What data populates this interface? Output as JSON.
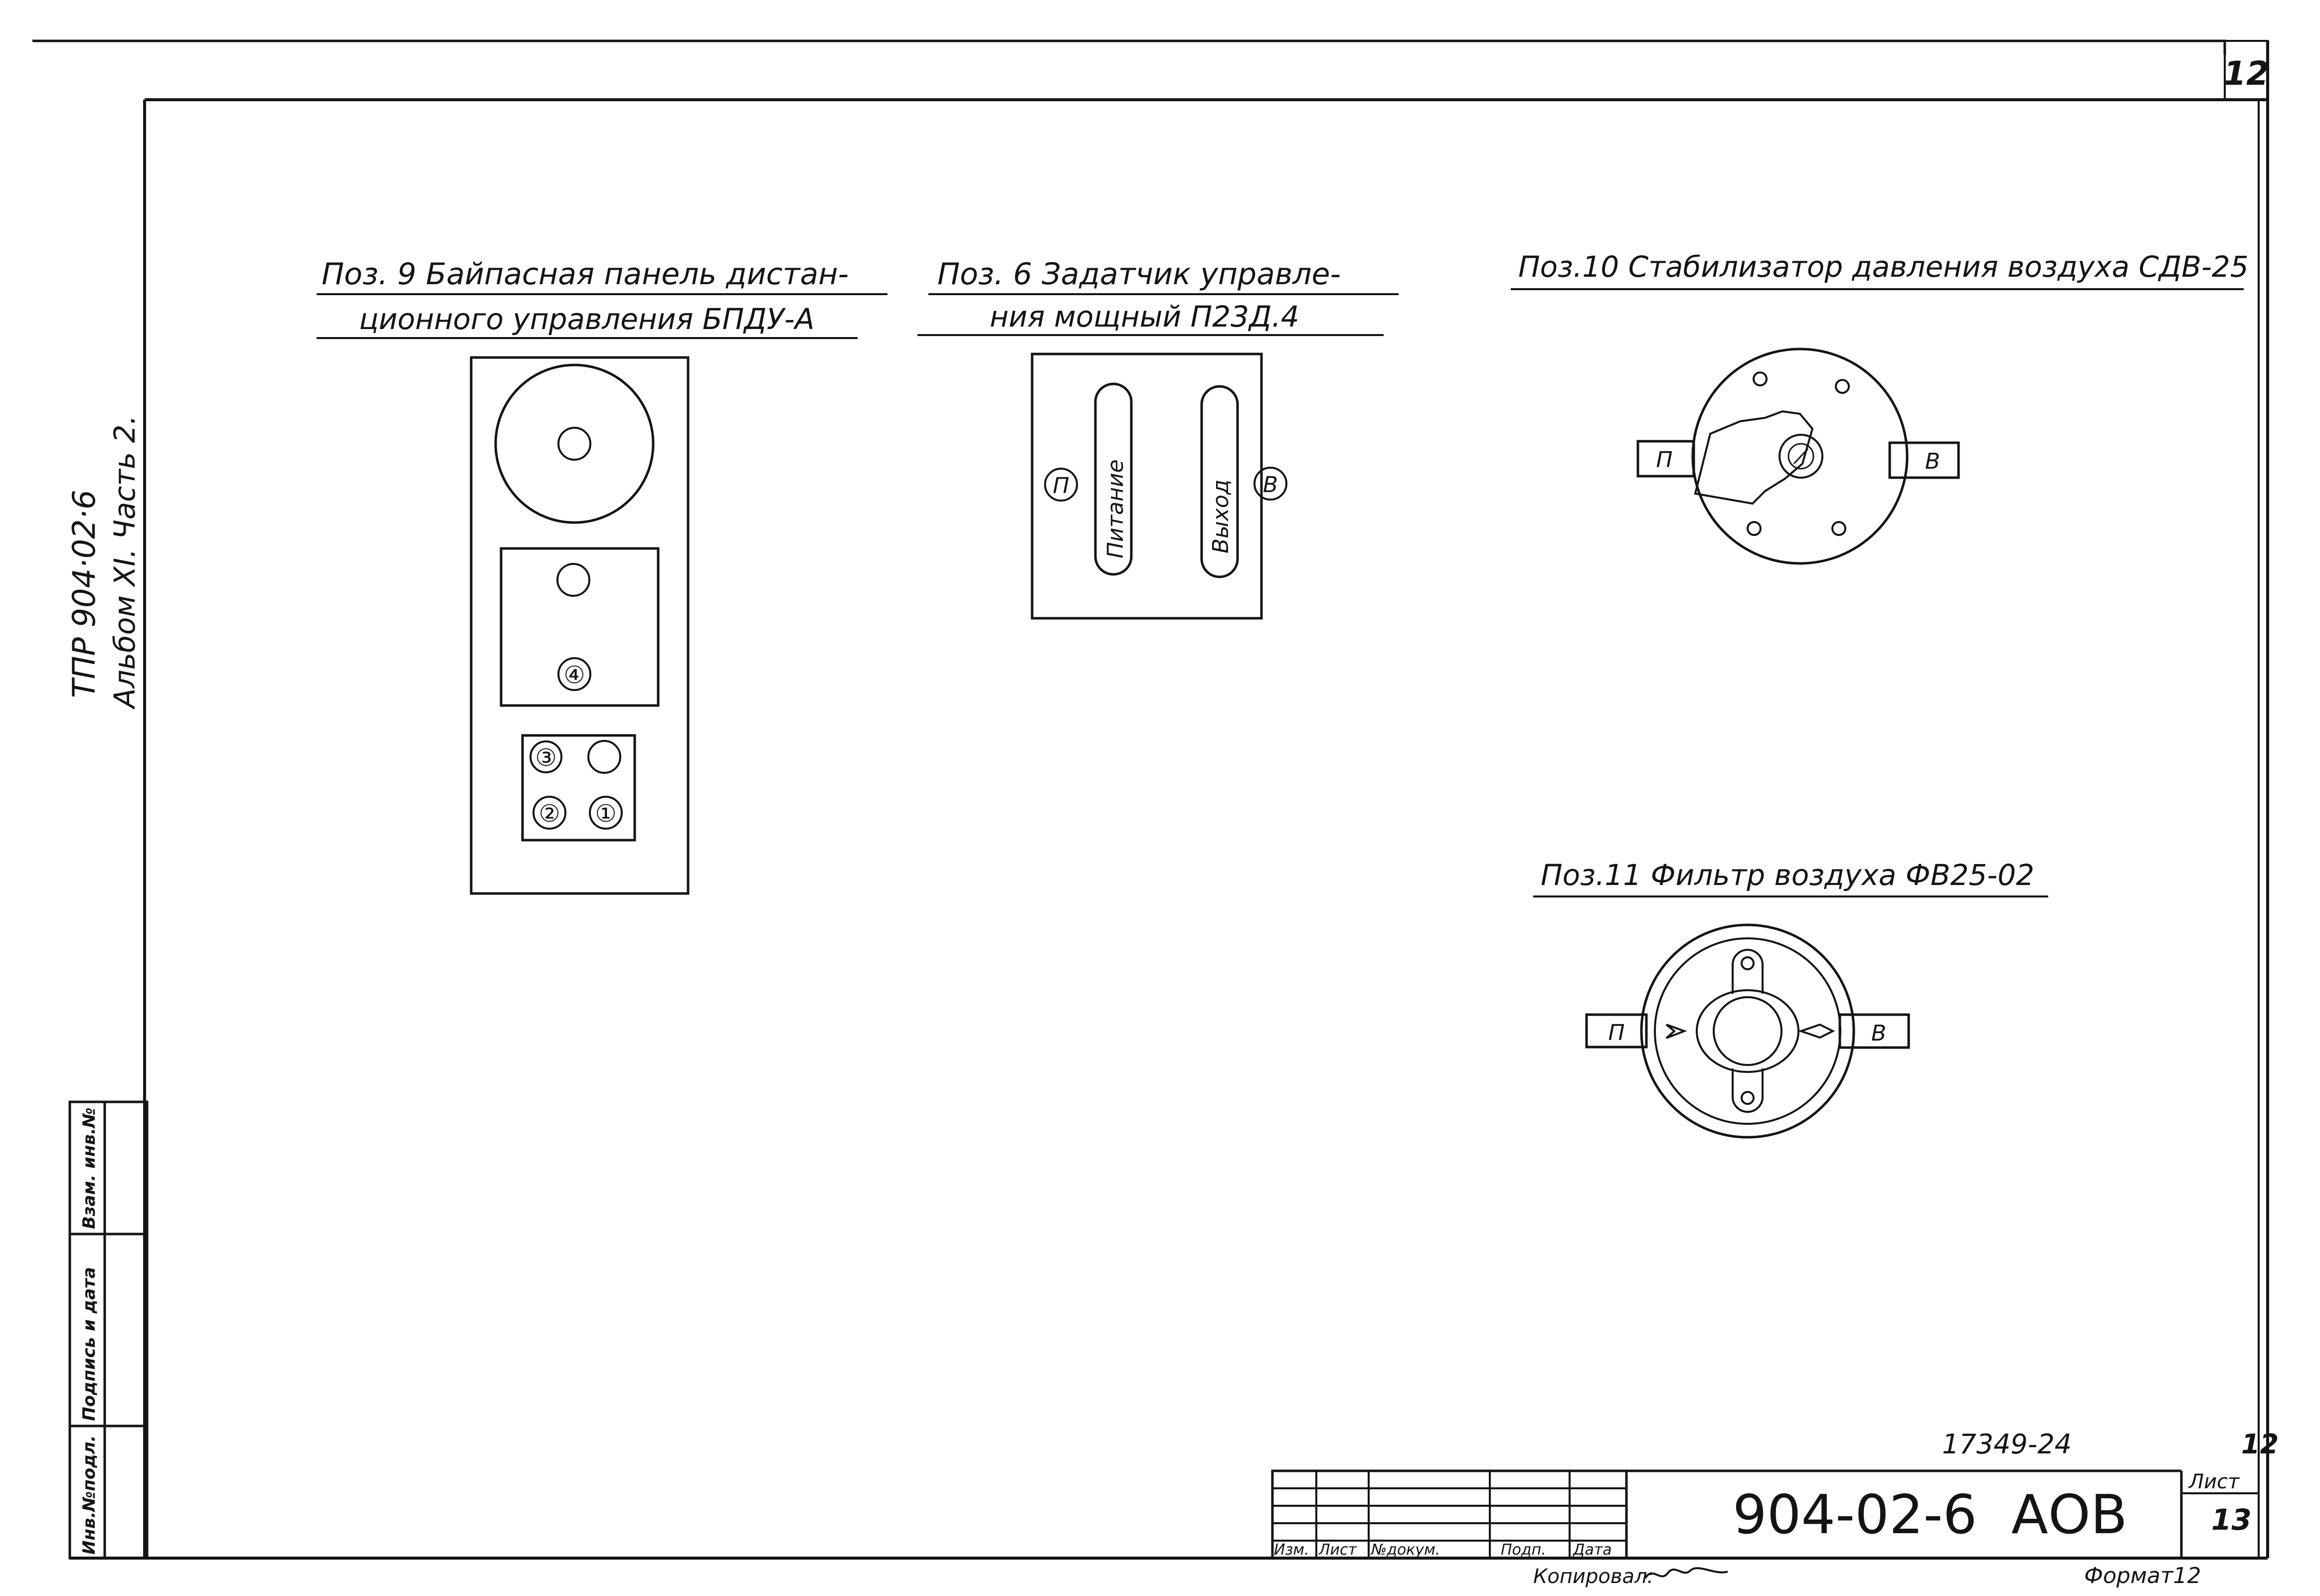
{
  "sheet": {
    "corner_number": "12",
    "side_project": "ТПР  904·02·6",
    "side_album": "Альбом XI.  Часть 2."
  },
  "items": {
    "pos9": {
      "title_line1": "Поз. 9  Байпасная панель дистан-",
      "title_line2": "ционного  управления  БПДУ-А",
      "markers": [
        "④",
        "③",
        "②",
        "①"
      ]
    },
    "pos6": {
      "title_line1": "Поз. 6  Задатчик  управле-",
      "title_line2": "ния  мощный  П23Д.4",
      "slot_left_label": "Питание",
      "slot_right_label": "Выход",
      "marker_left": "П",
      "marker_right": "В"
    },
    "pos10": {
      "title": "Поз.10  Стабилизатор давления воздуха СДВ-25",
      "tab_left": "П",
      "tab_right": "В"
    },
    "pos11": {
      "title": "Поз.11  Фильтр воздуха ФВ25-02",
      "tab_left": "П",
      "tab_right": "В"
    }
  },
  "side_stamp": {
    "cells": [
      "Инв.№подл.",
      "Подпись и дата",
      "Взам. инв.№"
    ]
  },
  "title_block": {
    "archive_number": "17349-24",
    "sheet_right_top": "12",
    "designation": "904-02-6  АОВ",
    "sheet_label": "Лист",
    "sheet_number": "13",
    "columns": [
      "Изм.",
      "Лист",
      "№докум.",
      "Подп.",
      "Дата"
    ],
    "copied_label": "Копировал:",
    "format_label": "Формат12"
  }
}
